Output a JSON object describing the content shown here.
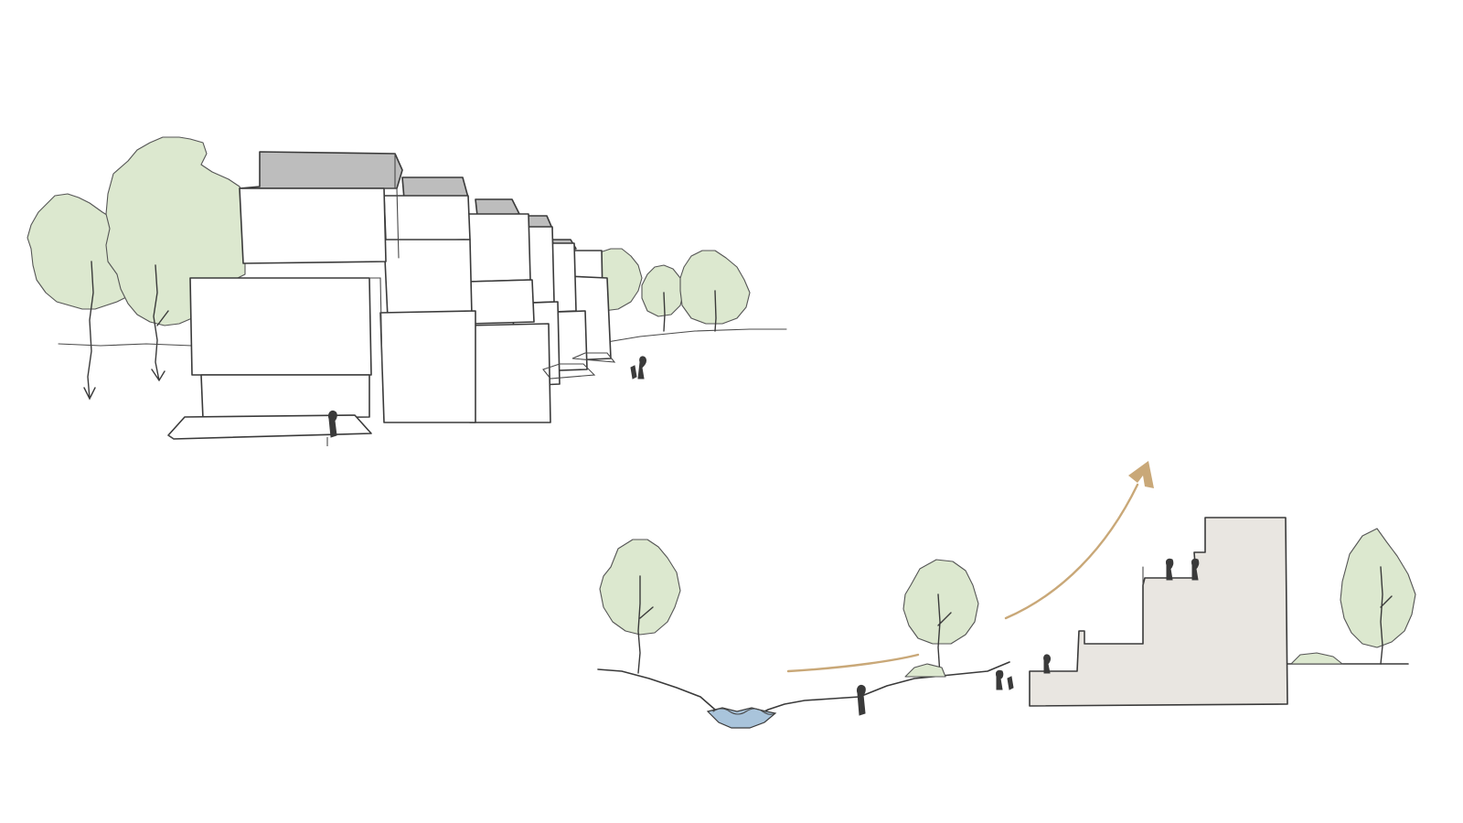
{
  "colors": {
    "ink": "#3a3a3a",
    "paper": "#ffffff",
    "foliage": "#dce8cf",
    "roof": "#bdbdbd",
    "building_section": "#e9e6e1",
    "water": "#a9c4db",
    "arrow": "#c9a878"
  },
  "sketches": [
    {
      "name": "terraced-housing-perspective",
      "elements": [
        "trees",
        "stepped-building-blocks",
        "grey-roofs",
        "people",
        "ground-line"
      ]
    },
    {
      "name": "site-section",
      "elements": [
        "trees",
        "pond",
        "terrain",
        "stepped-building-section",
        "people",
        "view-arrow"
      ]
    }
  ]
}
